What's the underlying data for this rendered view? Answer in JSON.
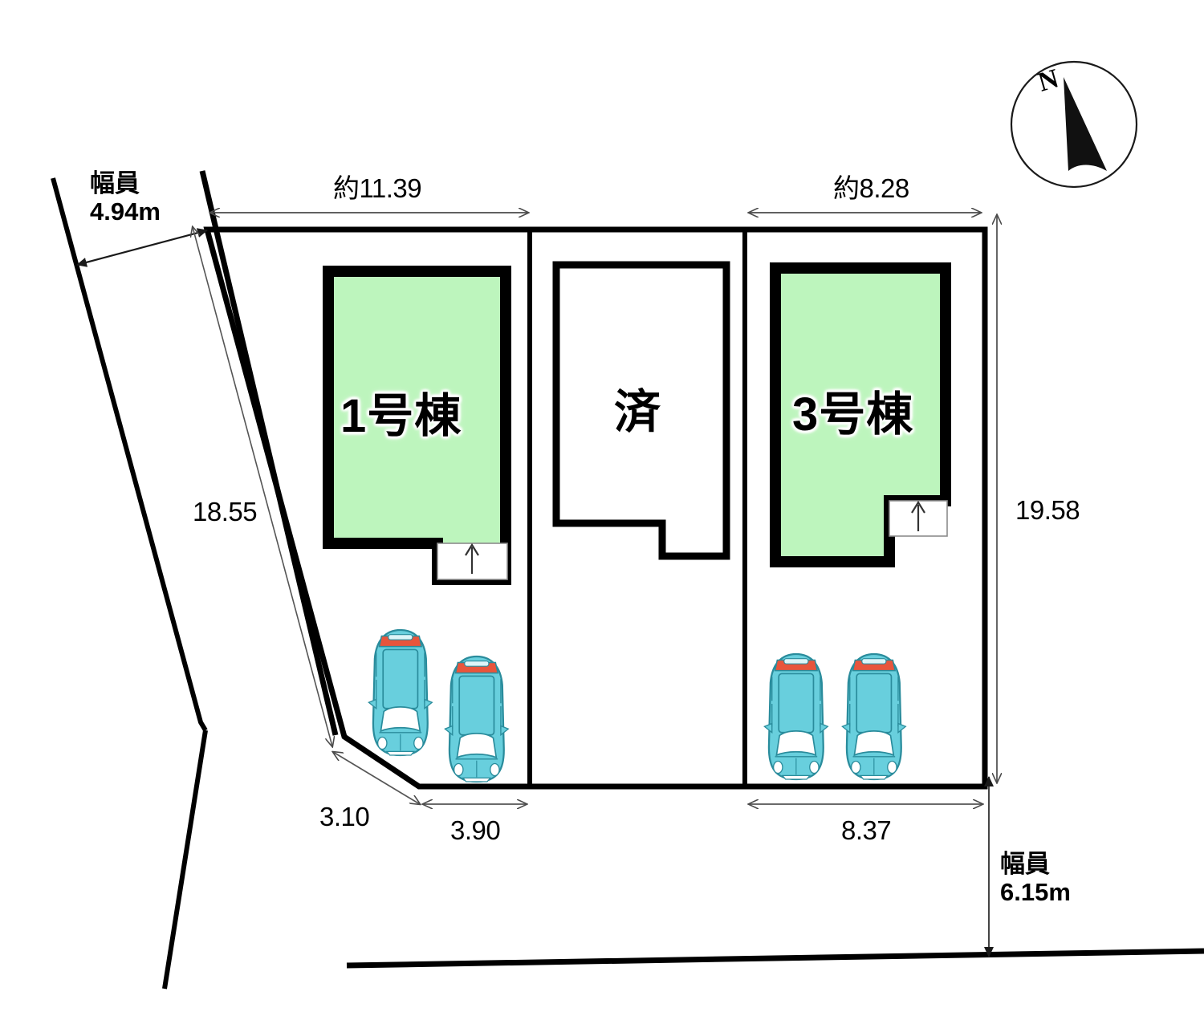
{
  "diagram": {
    "type": "site-plan",
    "title_text": "",
    "colors": {
      "building_fill": "#bdf5bd",
      "plot_outline": "#000000",
      "car_body": "#68cfdd",
      "car_outline": "#2a8c9c",
      "car_taillight": "#e8553c",
      "background": "#ffffff"
    }
  },
  "compass": {
    "label": "N"
  },
  "roads": {
    "west": {
      "label_line1": "幅員",
      "label_line2": "4.94m",
      "width_m": "4.94"
    },
    "south": {
      "label_line1": "幅員",
      "label_line2": "6.15m",
      "width_m": "6.15"
    }
  },
  "buildings": [
    {
      "id": "lot1",
      "label": "1号棟",
      "status": "available",
      "fill": "#bdf5bd"
    },
    {
      "id": "lot2",
      "label": "済",
      "status": "sold",
      "fill": "#ffffff"
    },
    {
      "id": "lot3",
      "label": "3号棟",
      "status": "available",
      "fill": "#bdf5bd"
    }
  ],
  "dimensions": {
    "top_left": "約11.39",
    "top_right": "約8.28",
    "left_side": "18.55",
    "right_side": "19.58",
    "bottom_diagonal": "3.10",
    "bottom_lot1": "3.90",
    "bottom_lot3": "8.37"
  },
  "chart_data": {
    "type": "table",
    "title": "区画図 (site plan)",
    "categories": [
      "1号棟",
      "済",
      "3号棟"
    ],
    "annotations": [
      {
        "name": "約11.39",
        "value": 11.39,
        "unit": "m",
        "placement": "top-left-frontage"
      },
      {
        "name": "約8.28",
        "value": 8.28,
        "unit": "m",
        "placement": "top-right-frontage"
      },
      {
        "name": "18.55",
        "value": 18.55,
        "unit": "m",
        "placement": "west-depth"
      },
      {
        "name": "19.58",
        "value": 19.58,
        "unit": "m",
        "placement": "east-depth"
      },
      {
        "name": "3.10",
        "value": 3.1,
        "unit": "m",
        "placement": "southwest-corner-cut"
      },
      {
        "name": "3.90",
        "value": 3.9,
        "unit": "m",
        "placement": "lot1-south-frontage"
      },
      {
        "name": "8.37",
        "value": 8.37,
        "unit": "m",
        "placement": "lot3-south-frontage"
      },
      {
        "name": "幅員4.94m",
        "value": 4.94,
        "unit": "m",
        "placement": "west-road-width"
      },
      {
        "name": "幅員6.15m",
        "value": 6.15,
        "unit": "m",
        "placement": "south-road-width"
      }
    ],
    "parking_stalls": {
      "lot1": 2,
      "lot3": 2
    }
  }
}
